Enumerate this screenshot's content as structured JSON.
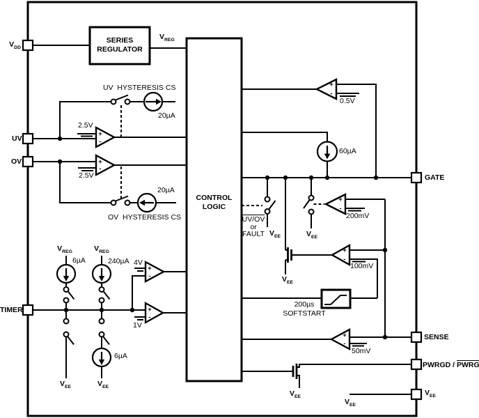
{
  "sym": {
    "plus": "+",
    "minus": "-"
  },
  "pins": {
    "vdd": {
      "base": "V",
      "sub": "DD"
    },
    "uv": {
      "label": "UV"
    },
    "ov": {
      "label": "OV"
    },
    "timer": {
      "label": "TIMER"
    },
    "gate": {
      "label": "GATE"
    },
    "sense": {
      "label": "SENSE"
    },
    "pwrgd": {
      "prefix": "PWRGD / ",
      "overlined": "PWRGD"
    },
    "vee": {
      "base": "V",
      "sub": "EE"
    }
  },
  "blocks": {
    "series_regulator": {
      "line1": "SERIES",
      "line2": "REGULATOR"
    },
    "control_logic": {
      "line1": "CONTROL",
      "line2": "LOGIC"
    },
    "softstart": {
      "line1": "200µs",
      "line2": "SOFTSTART"
    }
  },
  "labels": {
    "vreg": {
      "base": "V",
      "sub": "REG"
    },
    "vee": {
      "base": "V",
      "sub": "EE"
    },
    "uv_hysteresis": "UV  HYSTERESIS CS",
    "ov_hysteresis": "OV  HYSTERESIS CS",
    "i20": "20µA",
    "i60": "60µA",
    "i6": "6µA",
    "i240": "240µA",
    "v2_5": "2.5V",
    "v0_5": "0.5V",
    "v4": "4V",
    "v1": "1V",
    "mv200": "200mV",
    "mv100": "100mV",
    "mv50": "50mV",
    "uvov": "UV/OV",
    "or": "or",
    "fault": "FAULT"
  }
}
